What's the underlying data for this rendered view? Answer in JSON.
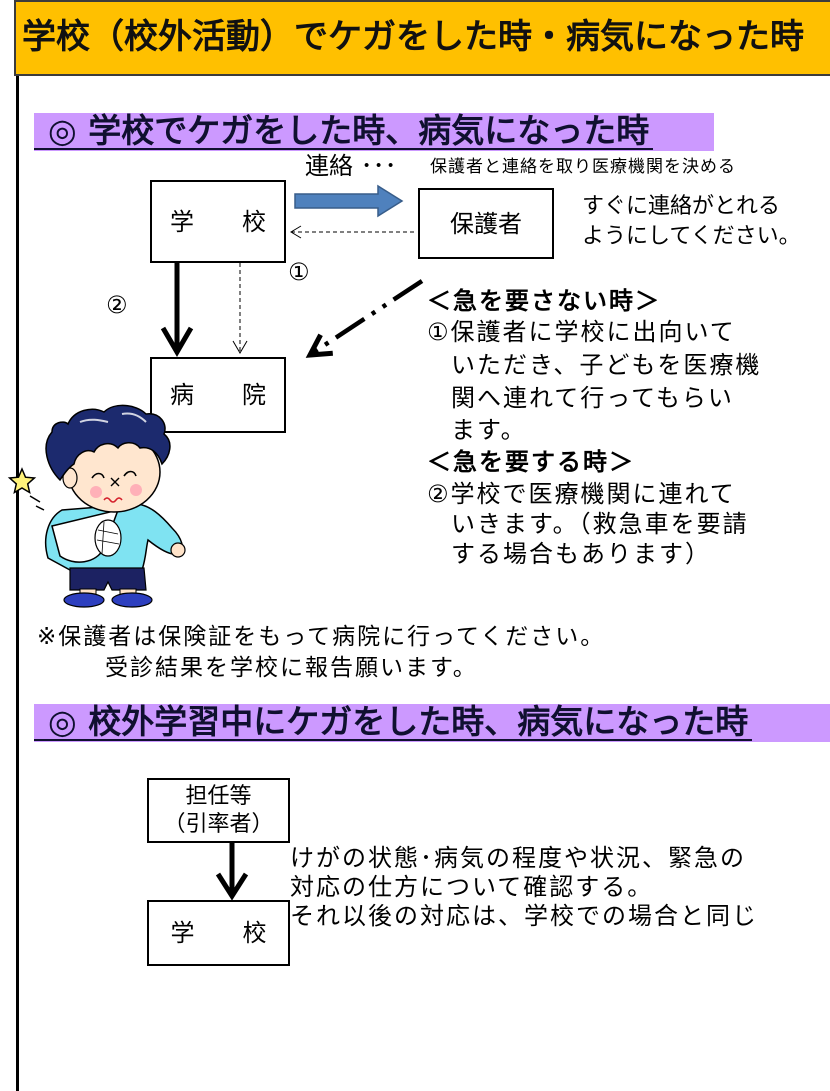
{
  "colors": {
    "header_background": "#FFC000",
    "heading_band": "#CC99FF",
    "flow_arrow": "#4F81BD"
  },
  "header": {
    "title": "学校（校外活動）でケガをした時・病気になった時"
  },
  "section1": {
    "heading": "◎ 学校でケガをした時、病気になった時",
    "contact_label": "連絡 ･･･",
    "contact_note": "保護者と連絡を取り医療機関を決める",
    "boxes": {
      "school": "学　　校",
      "guardian": "保護者",
      "hospital": "病　　院"
    },
    "route_markers": {
      "route_1": "①",
      "route_2": "②"
    },
    "guardian_note": [
      "すぐに連絡がとれる",
      "ようにしてください。"
    ],
    "non_urgent": {
      "heading": "＜急を要さない時＞",
      "lines": [
        "①保護者に学校に出向いて",
        "いただき、子どもを医療機",
        "関へ連れて行ってもらい",
        "ます。"
      ]
    },
    "urgent": {
      "heading": "＜急を要する時＞",
      "lines": [
        "②学校で医療機関に連れて",
        "いきます。（救急車を要請",
        "する場合もあります）"
      ]
    },
    "footnote": [
      "※保護者は保険証をもって病院に行ってください。",
      "受診結果を学校に報告願います。"
    ]
  },
  "section2": {
    "heading": "◎ 校外学習中にケガをした時、病気になった時",
    "boxes": {
      "teacher": [
        "担任等",
        "（引率者）"
      ],
      "school": "学　　校"
    },
    "instructions": [
      "けがの状態･病気の程度や状況、緊急の",
      "対応の仕方について確認する。",
      "それ以後の対応は、学校での場合と同じ"
    ]
  }
}
